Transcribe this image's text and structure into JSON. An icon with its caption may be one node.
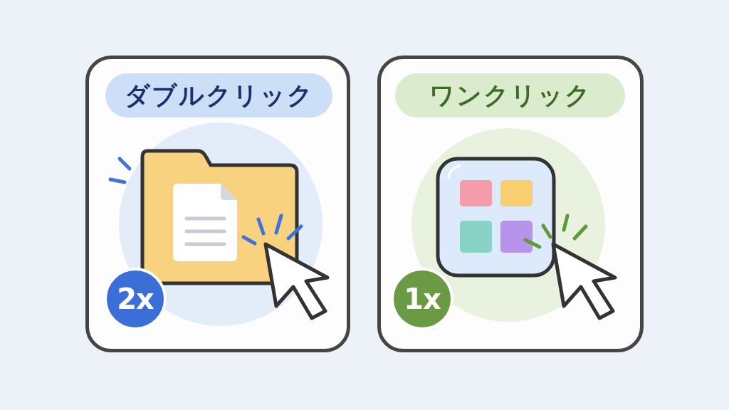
{
  "diagram": {
    "nodes": [
      {
        "text": [],
        "shape": "box"
      },
      {
        "text": [
          "ダブルクリック"
        ],
        "in": 0
      },
      {
        "text": [
          "2x"
        ],
        "in": 0
      },
      {
        "text": [],
        "shape": "box"
      },
      {
        "text": [
          "ワンクリック"
        ],
        "in": 3
      },
      {
        "text": [
          "1x"
        ],
        "in": 3
      }
    ]
  }
}
